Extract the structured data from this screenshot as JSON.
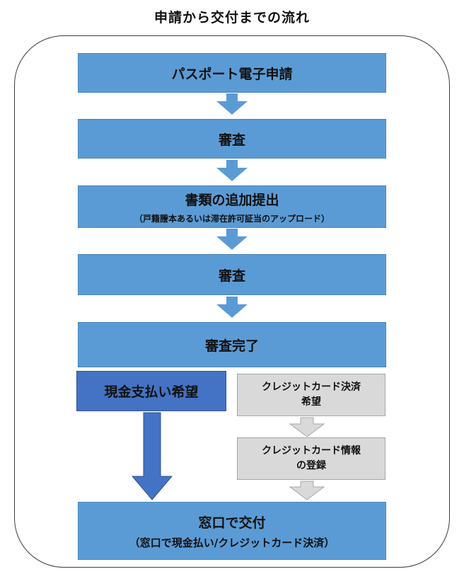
{
  "title": "申請から交付までの流れ",
  "steps": {
    "apply": "パスポート電子申請",
    "review1": "審査",
    "additional_docs": {
      "label": "書類の追加提出",
      "note": "（戸籍謄本あるいは滞在許可証当のアップロード）"
    },
    "review2": "審査",
    "review_done": "審査完了",
    "cash_wish": "現金支払い希望",
    "card_wish": {
      "line1": "クレジットカード決済",
      "line2": "希望"
    },
    "card_register": {
      "line1": "クレジットカード情報",
      "line2": "の登録"
    },
    "issue": {
      "label": "窓口で交付",
      "note": "（窓口で現金払い/クレジットカード決済）"
    }
  },
  "colors": {
    "step_fill": "#5b9bd5",
    "cash_fill": "#4472c4",
    "card_fill": "#d9d9d9"
  }
}
